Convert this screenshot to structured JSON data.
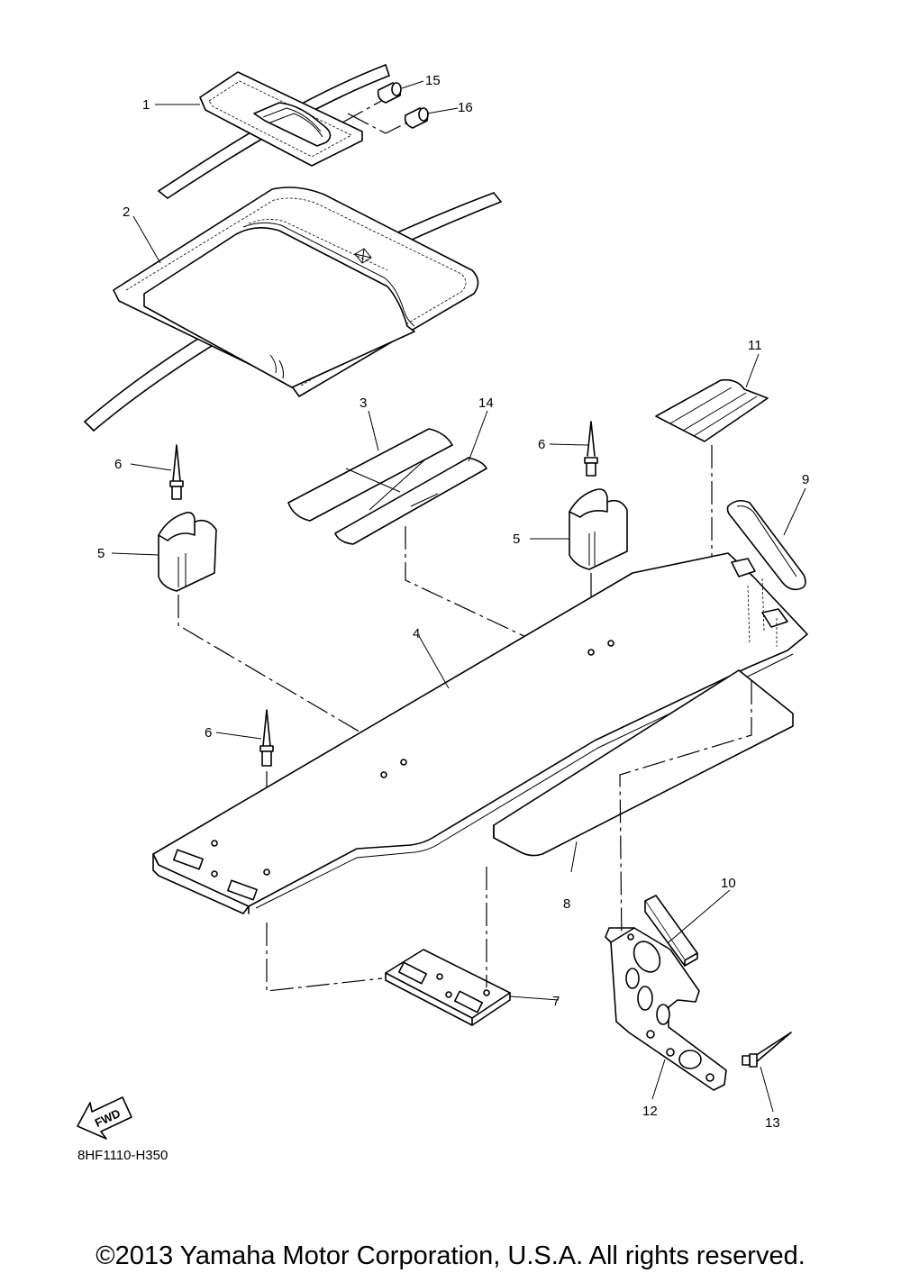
{
  "callouts": [
    "1",
    "2",
    "3",
    "4",
    "5",
    "5",
    "6",
    "6",
    "6",
    "7",
    "8",
    "9",
    "10",
    "11",
    "12",
    "13",
    "14",
    "15",
    "16"
  ],
  "fwd_label": "FWD",
  "drawing_code": "8HF1110-H350",
  "copyright": "©2013 Yamaha Motor Corporation, U.S.A. All rights reserved."
}
